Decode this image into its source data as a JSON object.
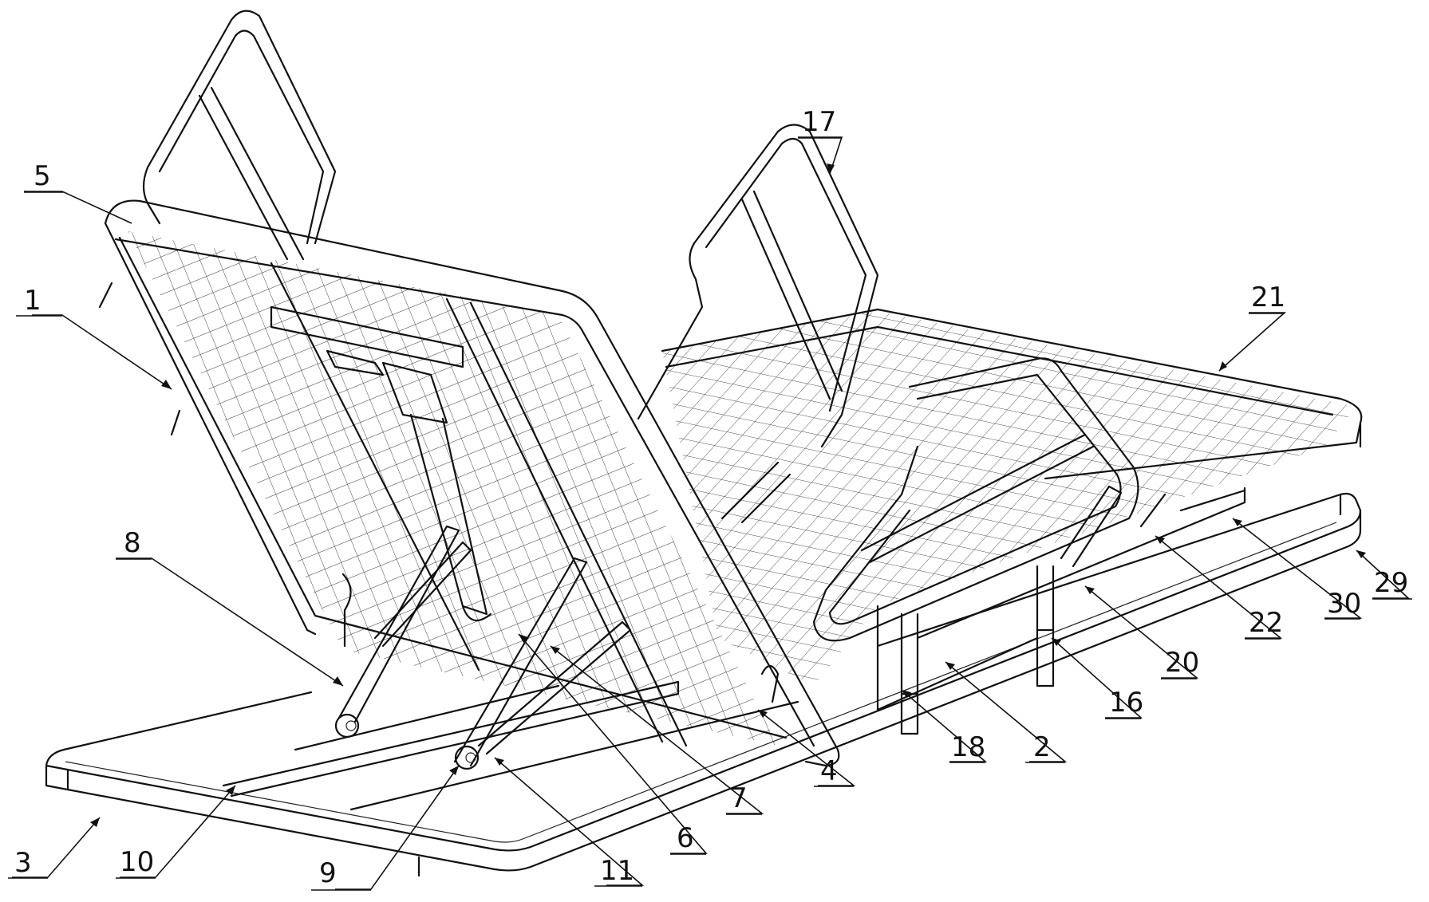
{
  "colors": {
    "line": "#111111",
    "background": "#ffffff"
  },
  "callouts": [
    {
      "id": "1",
      "text": "1"
    },
    {
      "id": "2",
      "text": "2"
    },
    {
      "id": "3",
      "text": "3"
    },
    {
      "id": "4",
      "text": "4"
    },
    {
      "id": "5",
      "text": "5"
    },
    {
      "id": "6",
      "text": "6"
    },
    {
      "id": "7",
      "text": "7"
    },
    {
      "id": "8",
      "text": "8"
    },
    {
      "id": "9",
      "text": "9"
    },
    {
      "id": "10",
      "text": "10"
    },
    {
      "id": "11",
      "text": "11"
    },
    {
      "id": "16",
      "text": "16"
    },
    {
      "id": "17",
      "text": "17"
    },
    {
      "id": "18",
      "text": "18"
    },
    {
      "id": "20",
      "text": "20"
    },
    {
      "id": "21",
      "text": "21"
    },
    {
      "id": "22",
      "text": "22"
    },
    {
      "id": "29",
      "text": "29"
    },
    {
      "id": "30",
      "text": "30"
    }
  ]
}
